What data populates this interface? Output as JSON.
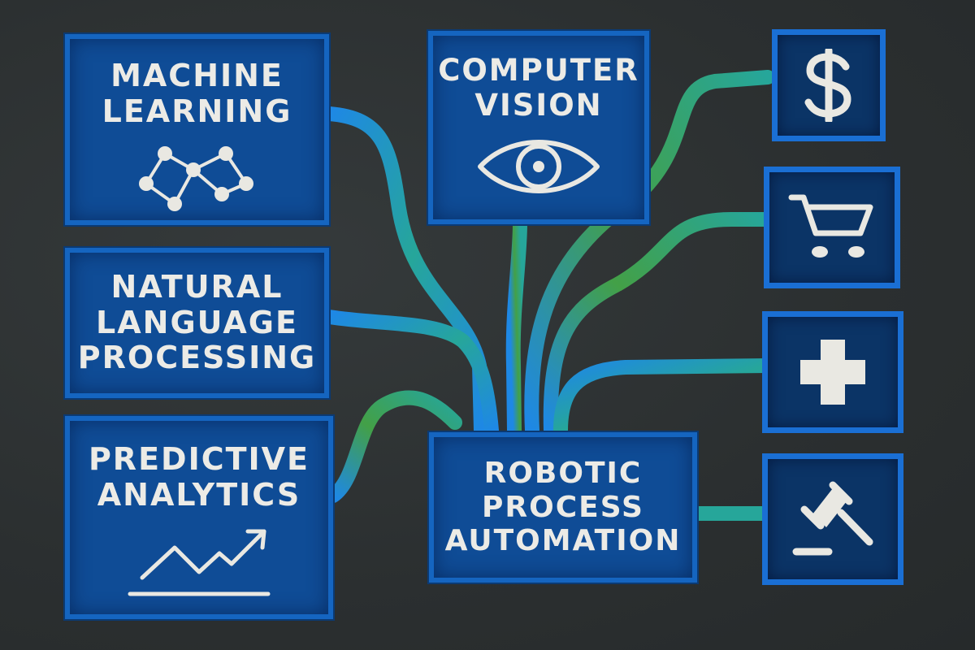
{
  "diagram": {
    "background_color": "#2e3233",
    "box_color": "#0f4c96",
    "box_border_color": "#1565c0",
    "connector_colors": [
      "#1e88e5",
      "#26a69a",
      "#7cb342"
    ],
    "text_color": "#ecebe6"
  },
  "categories": [
    {
      "id": "ml",
      "label_lines": [
        "Machine",
        "Learning"
      ],
      "icon": "neural-network-icon"
    },
    {
      "id": "nlp",
      "label_lines": [
        "Natural",
        "Language",
        "Processing"
      ],
      "icon": null
    },
    {
      "id": "pa",
      "label_lines": [
        "Predictive",
        "Analytics"
      ],
      "icon": "trending-up-chart-icon"
    },
    {
      "id": "cv",
      "label_lines": [
        "Computer",
        "Vision"
      ],
      "icon": "eye-icon"
    },
    {
      "id": "rpa",
      "label_lines": [
        "Robotic",
        "Process",
        "Automation"
      ],
      "icon": null
    }
  ],
  "industries": [
    {
      "id": "finance",
      "icon": "dollar-sign-icon"
    },
    {
      "id": "retail",
      "icon": "shopping-cart-icon"
    },
    {
      "id": "healthcare",
      "icon": "medical-cross-icon"
    },
    {
      "id": "legal",
      "icon": "gavel-icon"
    }
  ]
}
